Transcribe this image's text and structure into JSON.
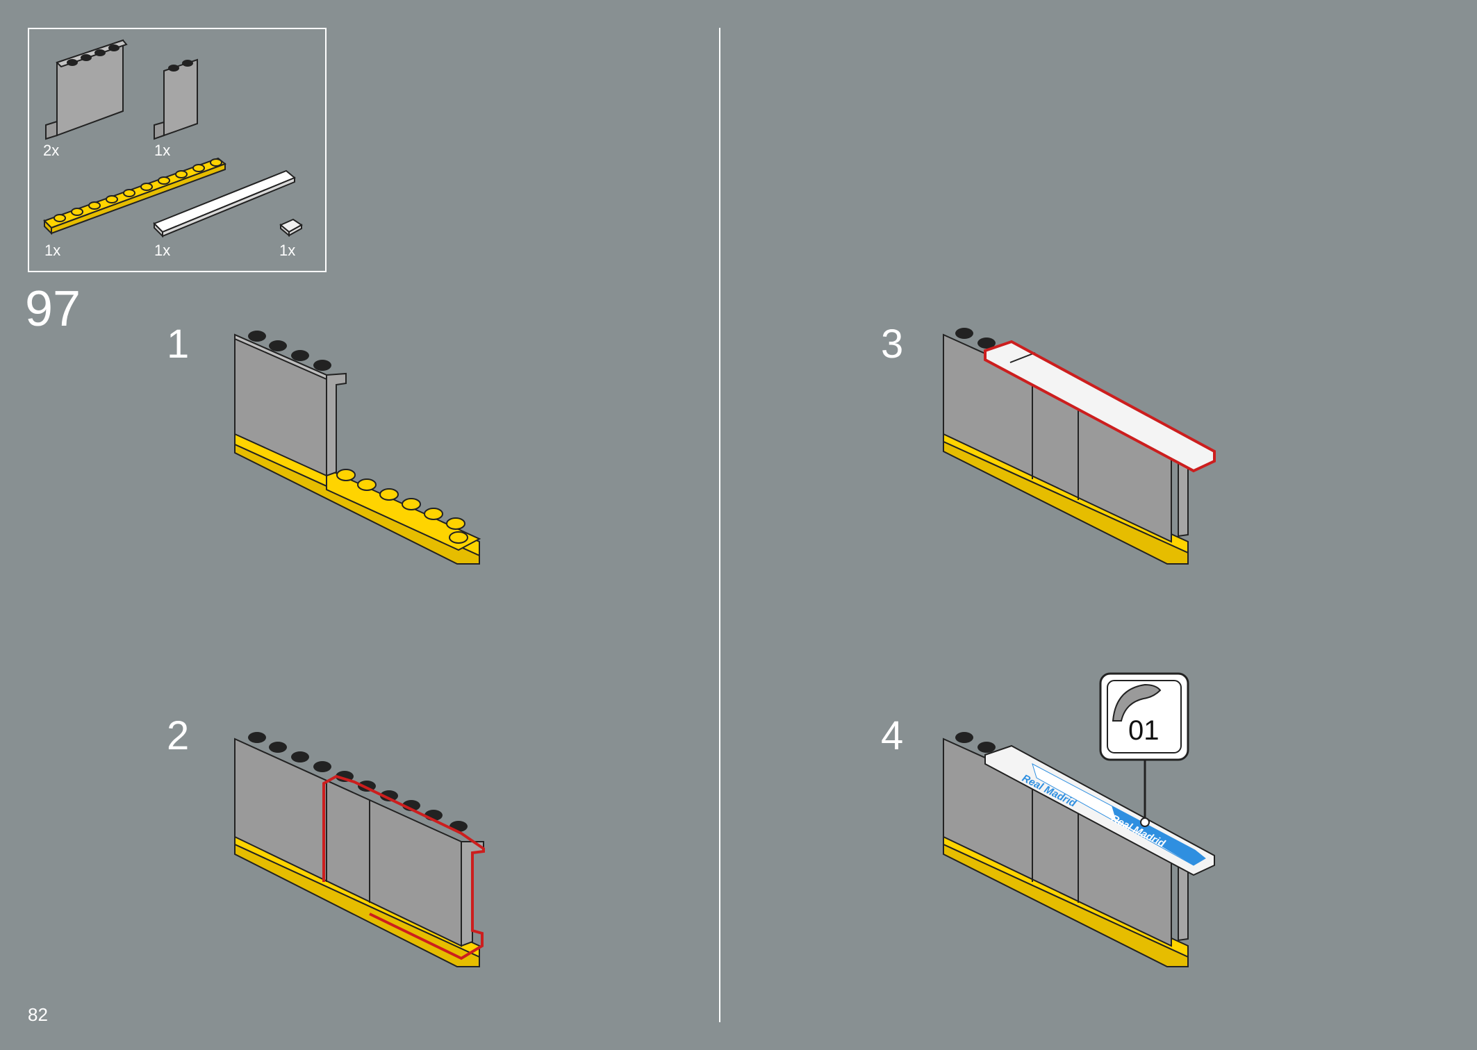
{
  "page": {
    "number": "82",
    "step": "97"
  },
  "parts": [
    {
      "id": "panel-1x4x3",
      "qty": "2x"
    },
    {
      "id": "panel-1x2x3",
      "qty": "1x"
    },
    {
      "id": "plate-1x10-yellow",
      "qty": "1x"
    },
    {
      "id": "tile-1x8-white",
      "qty": "1x"
    },
    {
      "id": "tile-1x1-white",
      "qty": "1x"
    }
  ],
  "substeps": [
    {
      "label": "1"
    },
    {
      "label": "2"
    },
    {
      "label": "3"
    },
    {
      "label": "4"
    }
  ],
  "sticker": {
    "label": "01",
    "text": "Real Madrid"
  },
  "colors": {
    "background": "#889092",
    "highlight": "#cc1e1e",
    "yellow": "#ffd400",
    "panel": "#9a9a9a",
    "sticker_blue": "#2f8fe0"
  }
}
